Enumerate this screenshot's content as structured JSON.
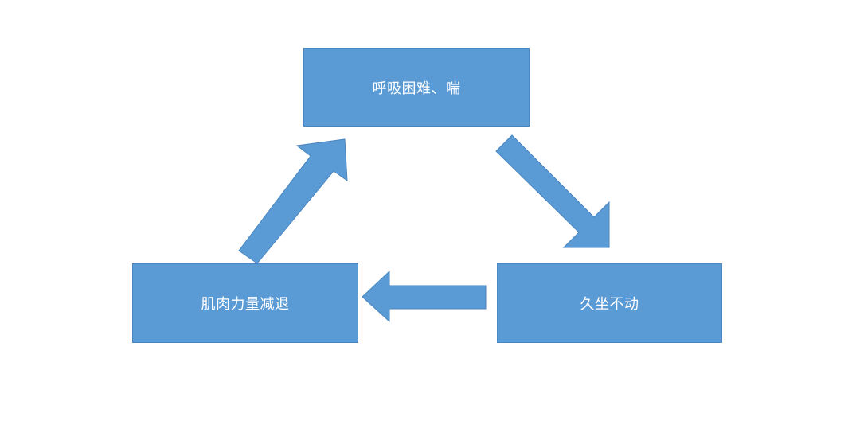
{
  "diagram": {
    "nodes": [
      {
        "id": "top",
        "label": "呼吸困难、喘"
      },
      {
        "id": "right",
        "label": "久坐不动"
      },
      {
        "id": "left",
        "label": "肌肉力量减退"
      }
    ],
    "edges": [
      {
        "from": "top",
        "to": "right"
      },
      {
        "from": "right",
        "to": "left"
      },
      {
        "from": "left",
        "to": "top"
      }
    ],
    "colors": {
      "box_fill": "#5b9bd5",
      "box_border": "#4a86c0",
      "arrow_fill": "#5b9bd5",
      "text": "#ffffff",
      "background": "#ffffff"
    }
  }
}
